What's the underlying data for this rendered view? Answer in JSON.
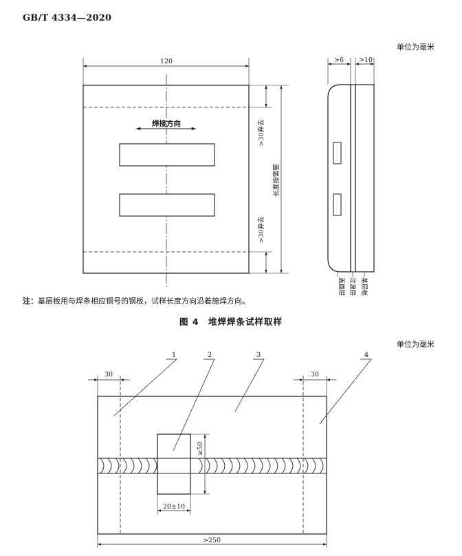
{
  "header": {
    "standard_code": "GB/T 4334—2020"
  },
  "figure4": {
    "unit_label": "单位为毫米",
    "dim_width": "120",
    "welding_direction": "焊接方向",
    "discard_top": ">30弃去",
    "discard_bottom": ">30弃去",
    "length_as_required": "长度按需要",
    "dim_surface": ">6",
    "dim_base": ">10",
    "layer_surface": "盖面层",
    "layer_transition": "过渡层",
    "layer_base": "基层板",
    "note_prefix": "注：",
    "note_text": "基层板用与焊条相应钢号的钢板，试样长度方向沿着施焊方向。",
    "caption": "图 4　堆焊焊条试样取样"
  },
  "figure5": {
    "unit_label": "单位为毫米",
    "callout_1": "1",
    "callout_2": "2",
    "callout_3": "3",
    "callout_4": "4",
    "dim_left": "30",
    "dim_right": "30",
    "dim_height": "≥50",
    "dim_width": "20±10",
    "dim_length": ">250"
  }
}
